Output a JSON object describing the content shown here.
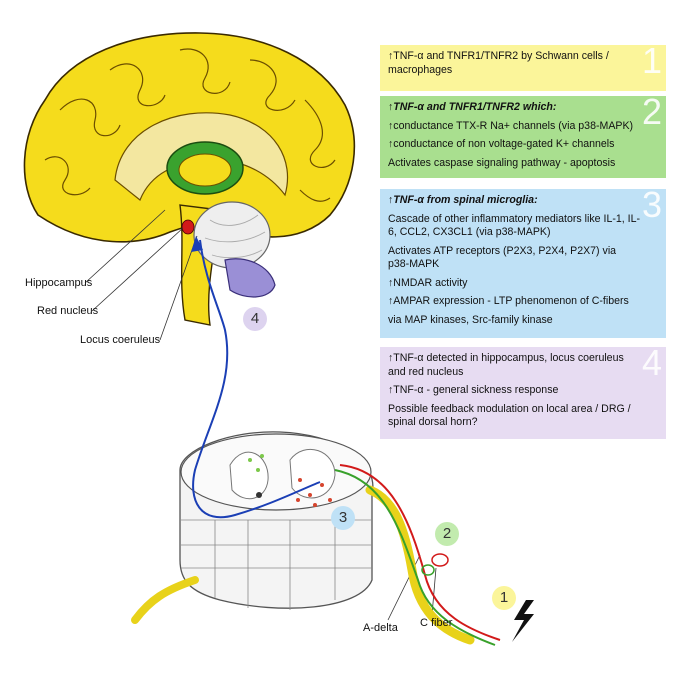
{
  "boxes": {
    "b1": {
      "num": "1",
      "lines": [
        "↑TNF-α and TNFR1/TNFR2 by Schwann cells / macrophages"
      ]
    },
    "b2": {
      "num": "2",
      "title": "↑TNF-α and TNFR1/TNFR2 which:",
      "lines": [
        "↑conductance TTX-R Na+ channels (via p38-MAPK)",
        "↑conductance of non voltage-gated K+ channels",
        "Activates caspase signaling pathway - apoptosis"
      ]
    },
    "b3": {
      "num": "3",
      "title": "↑TNF-α from spinal microglia:",
      "lines": [
        "Cascade of other inflammatory mediators like  IL-1, IL-6, CCL2, CX3CL1 (via p38-MAPK)",
        "Activates ATP receptors (P2X3, P2X4, P2X7) via p38-MAPK",
        "↑NMDAR activity",
        "↑AMPAR expression - LTP phenomenon of C-fibers",
        "via MAP kinases, Src-family kinase"
      ]
    },
    "b4": {
      "num": "4",
      "lines": [
        "↑TNF-α detected in hippocampus, locus coeruleus and red nucleus",
        "↑TNF-α - general sickness response",
        "Possible feedback modulation on local area / DRG / spinal dorsal horn?"
      ]
    }
  },
  "labels": {
    "hippocampus": "Hippocampus",
    "red_nucleus": "Red nucleus",
    "locus_coeruleus": "Locus coeruleus",
    "a_delta": "A-delta",
    "c_fiber": "C fiber"
  },
  "markers": {
    "m1": "1",
    "m2": "2",
    "m3": "3",
    "m4": "4"
  },
  "colors": {
    "box1": "#fbf59a",
    "box2": "#a9df8f",
    "box3": "#bfe1f6",
    "box4": "#e7dcf2",
    "brain": "#f5dc1c",
    "pathway": "#1b3fb5"
  }
}
